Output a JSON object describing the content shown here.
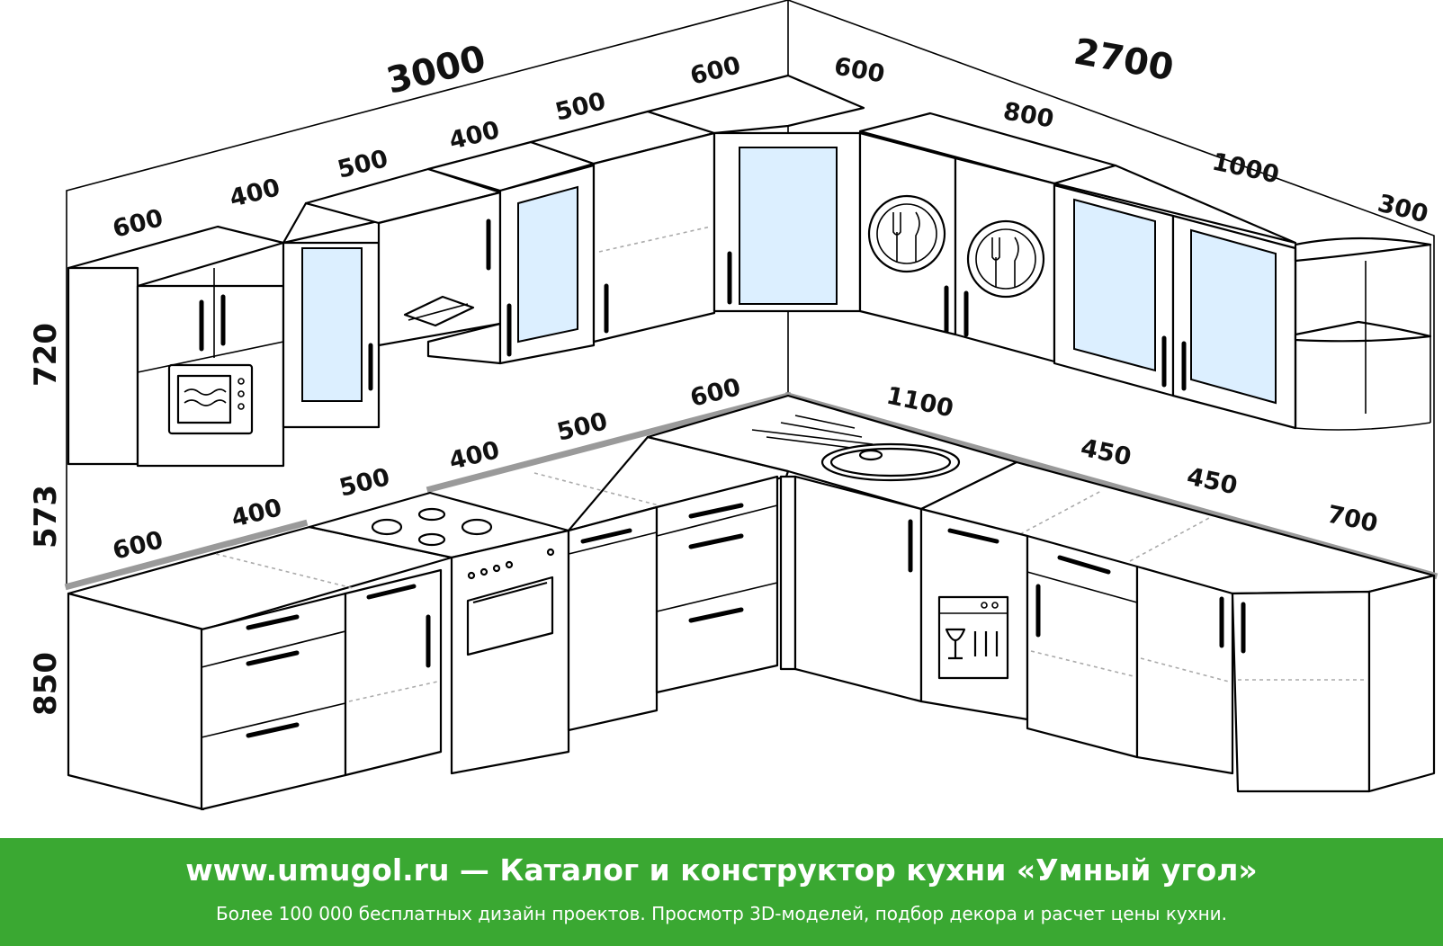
{
  "dimensions": {
    "wall_left_total": "3000",
    "wall_right_total": "2700",
    "upper_left": [
      "600",
      "400",
      "500",
      "400",
      "500",
      "600"
    ],
    "upper_right": [
      "600",
      "800",
      "1000",
      "300"
    ],
    "base_left": [
      "600",
      "400",
      "500",
      "400",
      "500",
      "600"
    ],
    "base_right": [
      "1100",
      "450",
      "450",
      "700"
    ],
    "heights": [
      "720",
      "573",
      "850"
    ]
  },
  "icons": [
    "microwave-icon",
    "range-hood-icon",
    "plate-cutlery-icon",
    "cooktop-icon",
    "oven-icon",
    "sink-icon",
    "dishwasher-icon"
  ],
  "banner": {
    "title": "www.umugol.ru — Каталог и конструктор кухни «Умный угол»",
    "subtitle": "Более 100 000 бесплатных дизайн проектов. Просмотр 3D-моделей, подбор декора и расчет цены кухни.",
    "color": "#3aa832"
  }
}
